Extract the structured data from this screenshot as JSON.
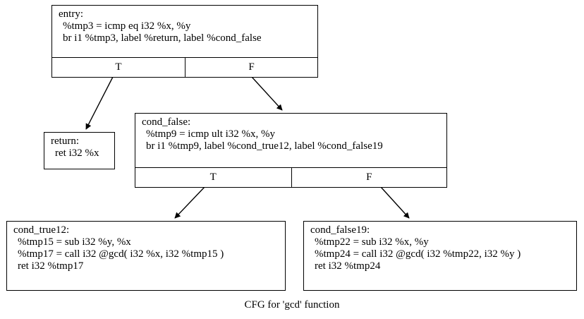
{
  "graph": {
    "caption": "CFG for 'gcd' function",
    "node_border_color": "#000000",
    "node_fill_color": "#ffffff",
    "edge_color": "#000000",
    "background_color": "#ffffff"
  },
  "nodes": {
    "entry": {
      "label": "entry:",
      "statements": [
        "%tmp3 = icmp eq i32 %x, %y",
        "br i1 %tmp3, label %return, label %cond_false"
      ],
      "ports": {
        "true_label": "T",
        "false_label": "F"
      }
    },
    "return": {
      "label": "return:",
      "statements": [
        "ret i32 %x"
      ]
    },
    "cond_false": {
      "label": "cond_false:",
      "statements": [
        "%tmp9 = icmp ult i32 %x, %y",
        "br i1 %tmp9, label %cond_true12, label %cond_false19"
      ],
      "ports": {
        "true_label": "T",
        "false_label": "F"
      }
    },
    "cond_true12": {
      "label": "cond_true12:",
      "statements": [
        "%tmp15 = sub i32 %y, %x",
        "%tmp17 = call i32 @gcd( i32 %x, i32 %tmp15 )",
        "ret i32 %tmp17"
      ]
    },
    "cond_false19": {
      "label": "cond_false19:",
      "statements": [
        "%tmp22 = sub i32 %x, %y",
        "%tmp24 = call i32 @gcd( i32 %tmp22, i32 %y )",
        "ret i32 %tmp24"
      ]
    }
  },
  "edges": [
    {
      "from": "entry",
      "from_port": "T",
      "to": "return"
    },
    {
      "from": "entry",
      "from_port": "F",
      "to": "cond_false"
    },
    {
      "from": "cond_false",
      "from_port": "T",
      "to": "cond_true12"
    },
    {
      "from": "cond_false",
      "from_port": "F",
      "to": "cond_false19"
    }
  ]
}
